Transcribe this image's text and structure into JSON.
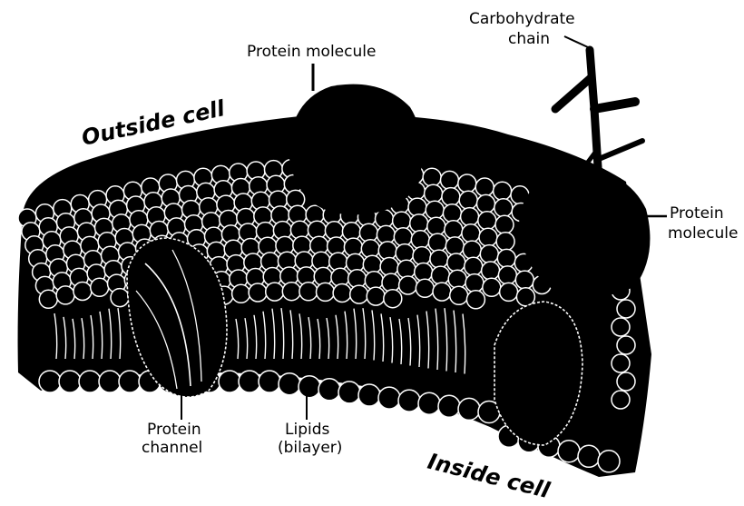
{
  "labels": {
    "protein_molecule_top": "Protein molecule",
    "carbohydrate_line1": "Carbohydrate",
    "carbohydrate_line2": "chain",
    "outside_cell": "Outside cell",
    "protein_molecule_right_line1": "Protein",
    "protein_molecule_right_line2": "molecule",
    "protein_channel_line1": "Protein",
    "protein_channel_line2": "channel",
    "lipids_line1": "Lipids",
    "lipids_line2": "(bilayer)",
    "inside_cell": "Inside cell"
  },
  "colors": {
    "ink": "#000000",
    "paper": "#ffffff"
  }
}
